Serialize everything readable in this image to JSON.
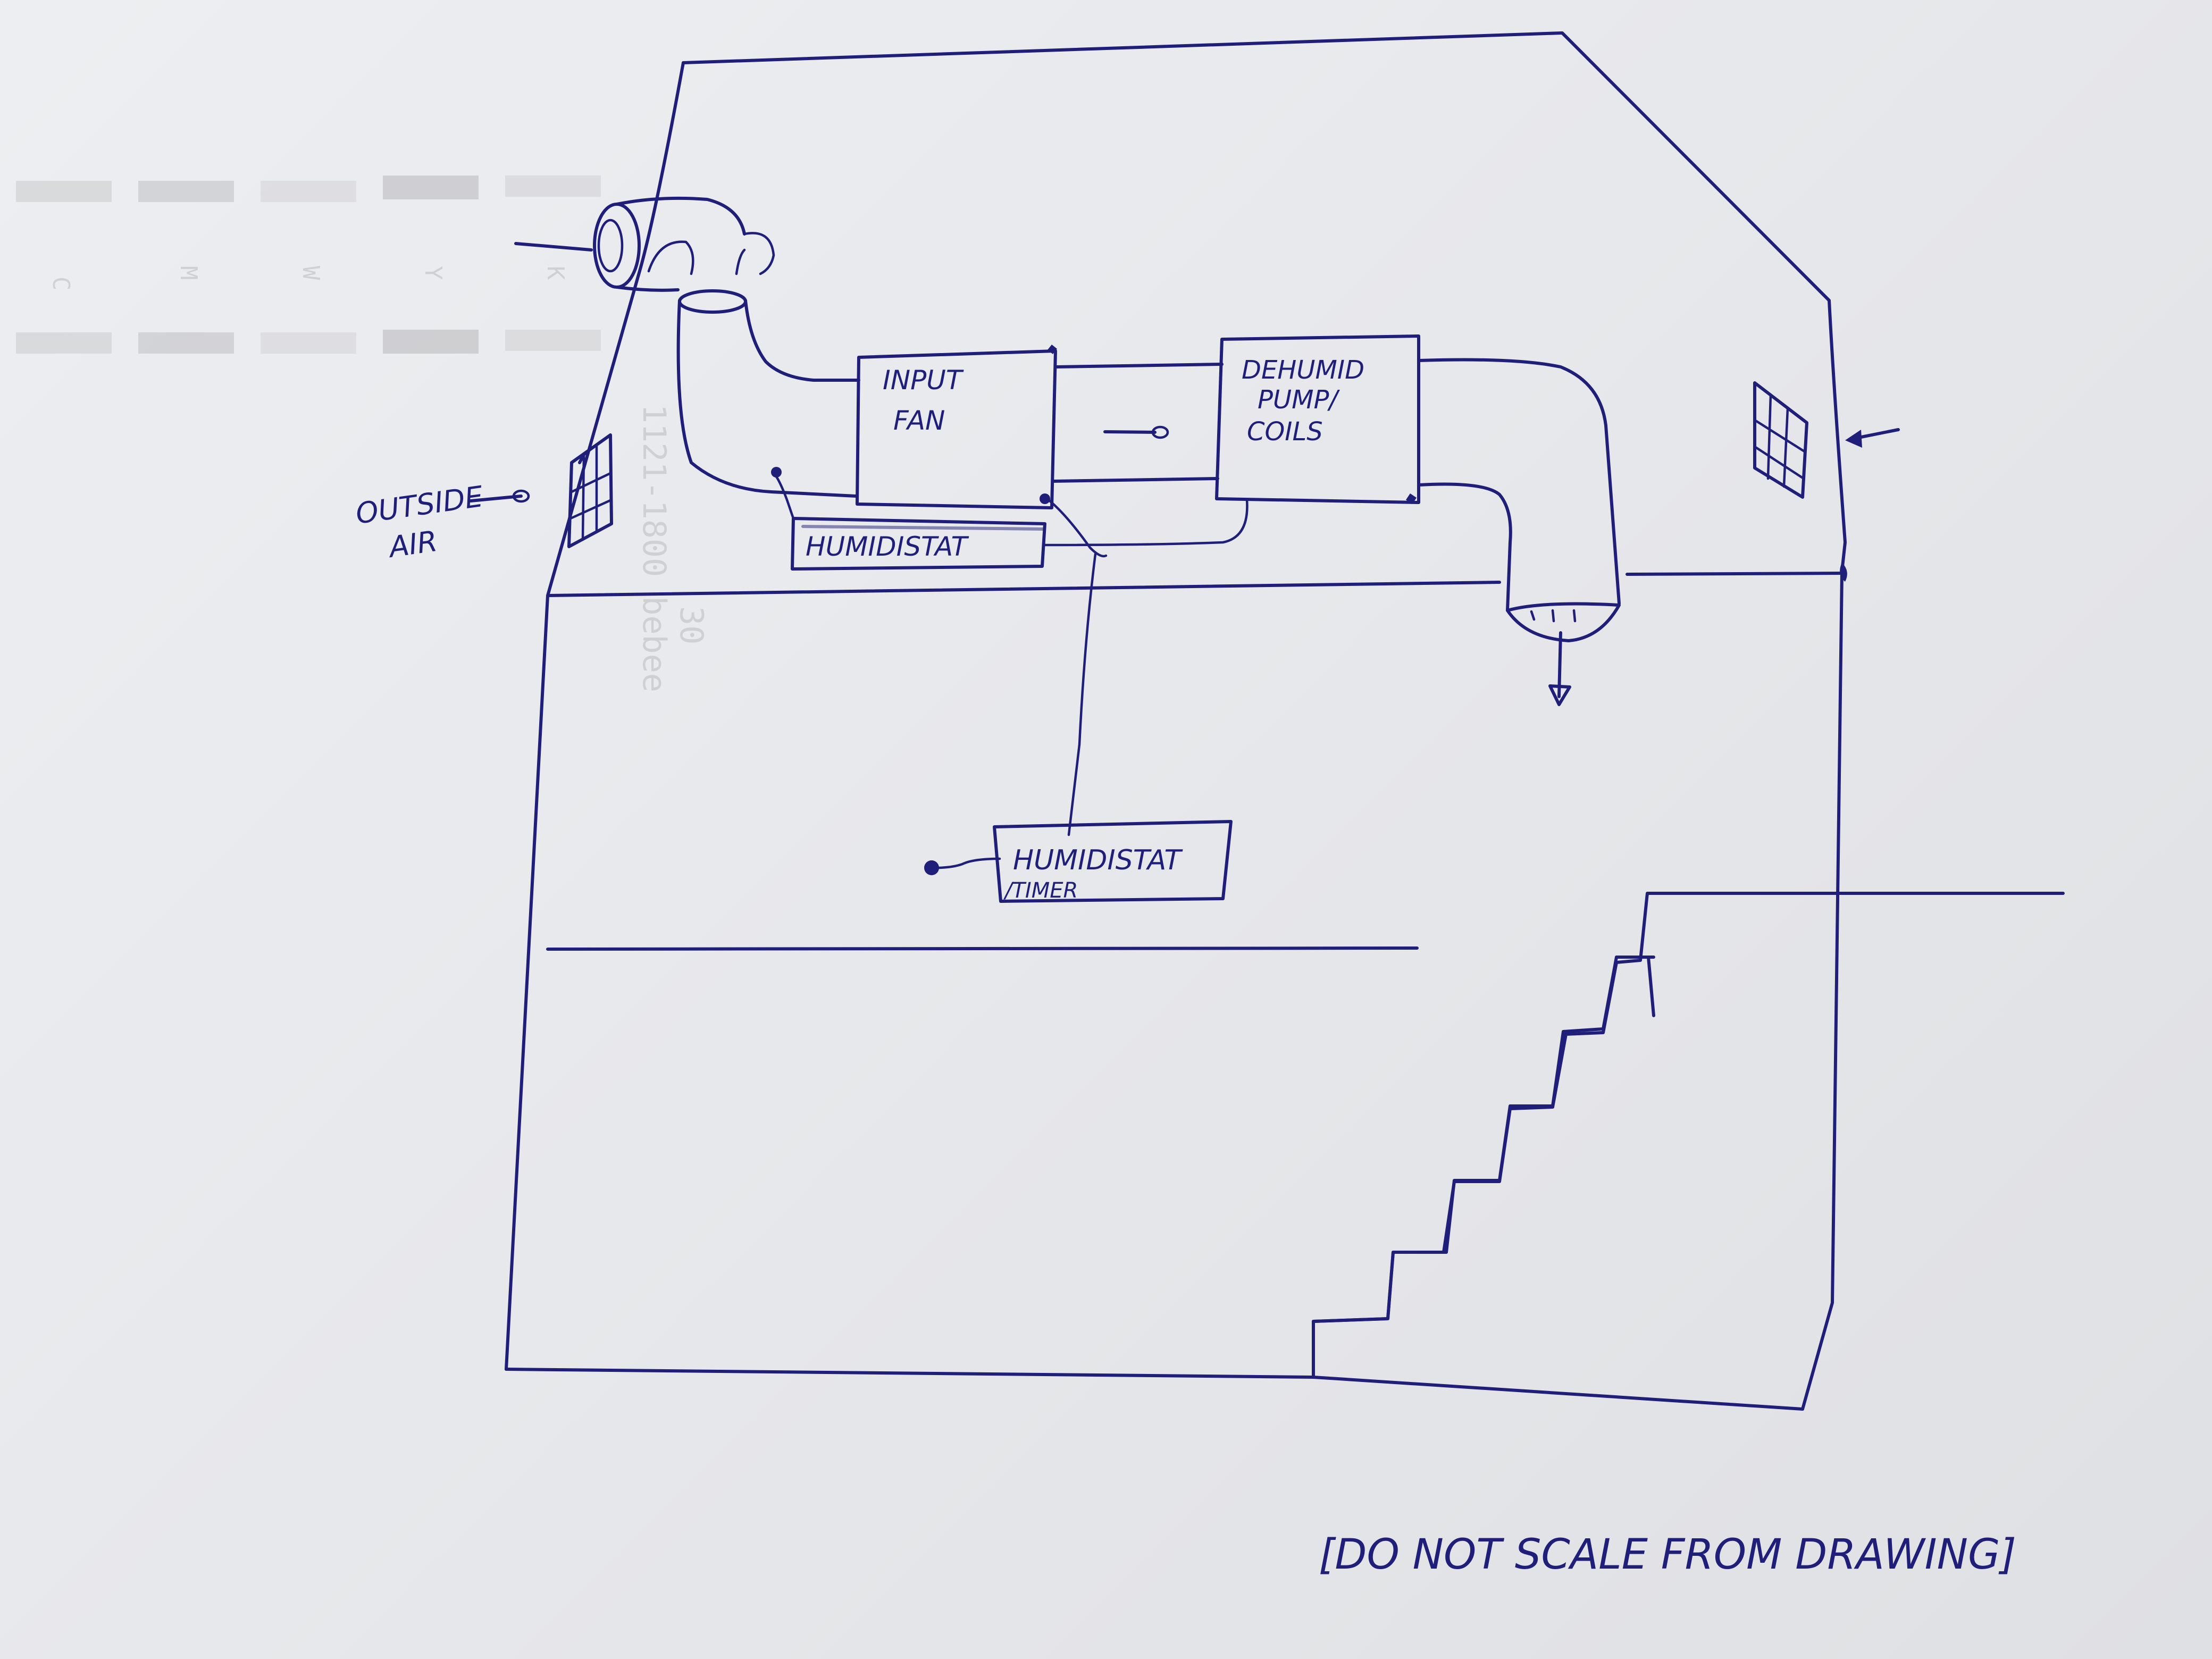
{
  "labels": {
    "input_fan_line1": "INPUT",
    "input_fan_line2": "FAN",
    "dehumid_line1": "DEHUMID",
    "dehumid_line2": "PUMP/",
    "dehumid_line3": "COILS",
    "humidistat_upper": "HUMIDISTAT",
    "humidistat_timer_line1": "HUMIDISTAT",
    "humidistat_timer_line2": "/TIMER",
    "outside_air_line1": "OUTSIDE",
    "outside_air_line2": "AIR",
    "footnote": "[DO NOT SCALE FROM DRAWING]"
  },
  "show_through": {
    "cmyk_letters": [
      "C",
      "M",
      "W",
      "Y",
      "K"
    ],
    "printer_text_line1": "1121-1800 bebee",
    "printer_text_line2": "30"
  },
  "colors": {
    "ink": "#1f1f7a",
    "paper": "#eceef1",
    "show_through": "#b9bbc0"
  }
}
